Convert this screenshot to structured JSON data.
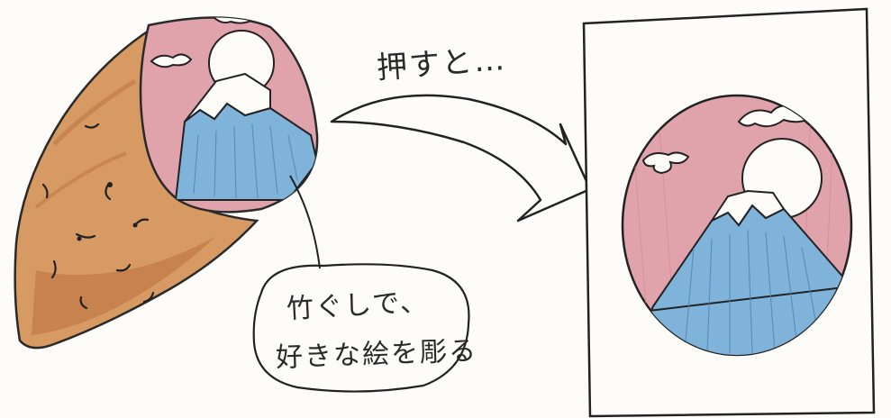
{
  "caption": "押すと…",
  "speech_bubble": {
    "line1": "竹ぐしで、",
    "line2": "好きな絵を彫る"
  },
  "colors": {
    "potato_skin": "#d79a63",
    "potato_shade": "#b96f3c",
    "carved_pink": "#e1a3ab",
    "mountain_blue": "#7fb3da",
    "ink": "#222222",
    "paper": "#fdfcf9"
  }
}
